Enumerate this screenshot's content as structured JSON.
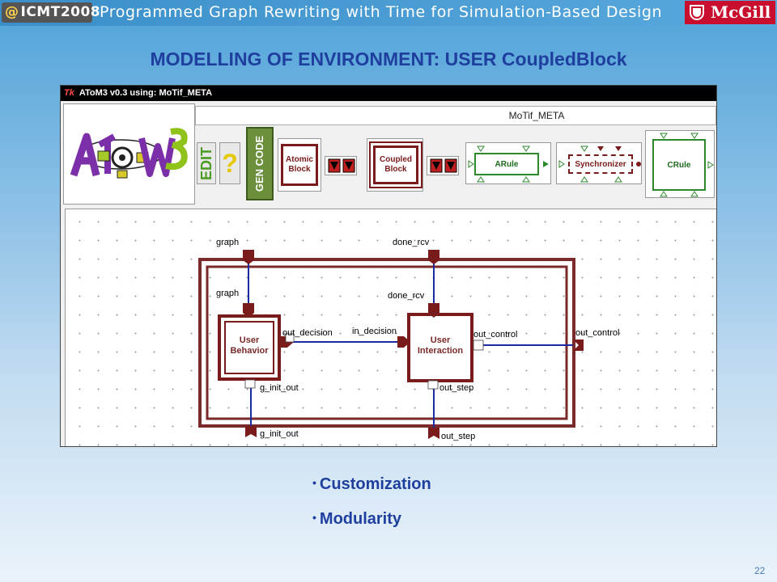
{
  "header": {
    "conference_logo": "ICMT2008",
    "title": "Programmed Graph Rewriting with Time for Simulation-Based Design",
    "university_logo": "McGill"
  },
  "slide_title": "MODELLING OF ENVIRONMENT: USER CoupledBlock",
  "window": {
    "title": "AToM3 v0.3 using: MoTif_META",
    "tk_icon": "Tk",
    "meta_label": "MoTif_META"
  },
  "toolbar": {
    "edit_label": "EDIT",
    "help_label": "?",
    "gencode_label": "GEN CODE",
    "atomic_block_label": "Atomic Block",
    "coupled_block_label": "Coupled Block",
    "arule_label": "ARule",
    "synchronizer_label": "Synchronizer",
    "crule_label": "CRule"
  },
  "diagram": {
    "outer_ports": {
      "graph_in": "graph",
      "done_rcv_in": "done_rcv",
      "out_control": "out_control",
      "g_init_out": "g_init_out",
      "out_step": "out_step"
    },
    "user_behavior": {
      "name": "User Behavior",
      "line1": "User",
      "line2": "Behavior",
      "port_graph": "graph",
      "port_out_decision": "out_decision",
      "port_g_init_out": "g_init_out"
    },
    "user_interaction": {
      "name": "User Interaction",
      "line1": "User",
      "line2": "Interaction",
      "port_done_rcv": "done_rcv",
      "port_in_decision": "in_decision",
      "port_out_control": "out_control",
      "port_out_step": "out_step"
    }
  },
  "bullets": [
    "Customization",
    "Modularity"
  ],
  "page_number": "22",
  "colors": {
    "title_blue": "#1f3f9f",
    "block_red": "#7a1b1b",
    "wire_blue": "#1a2aa0",
    "rule_green": "#2c8a2c"
  }
}
